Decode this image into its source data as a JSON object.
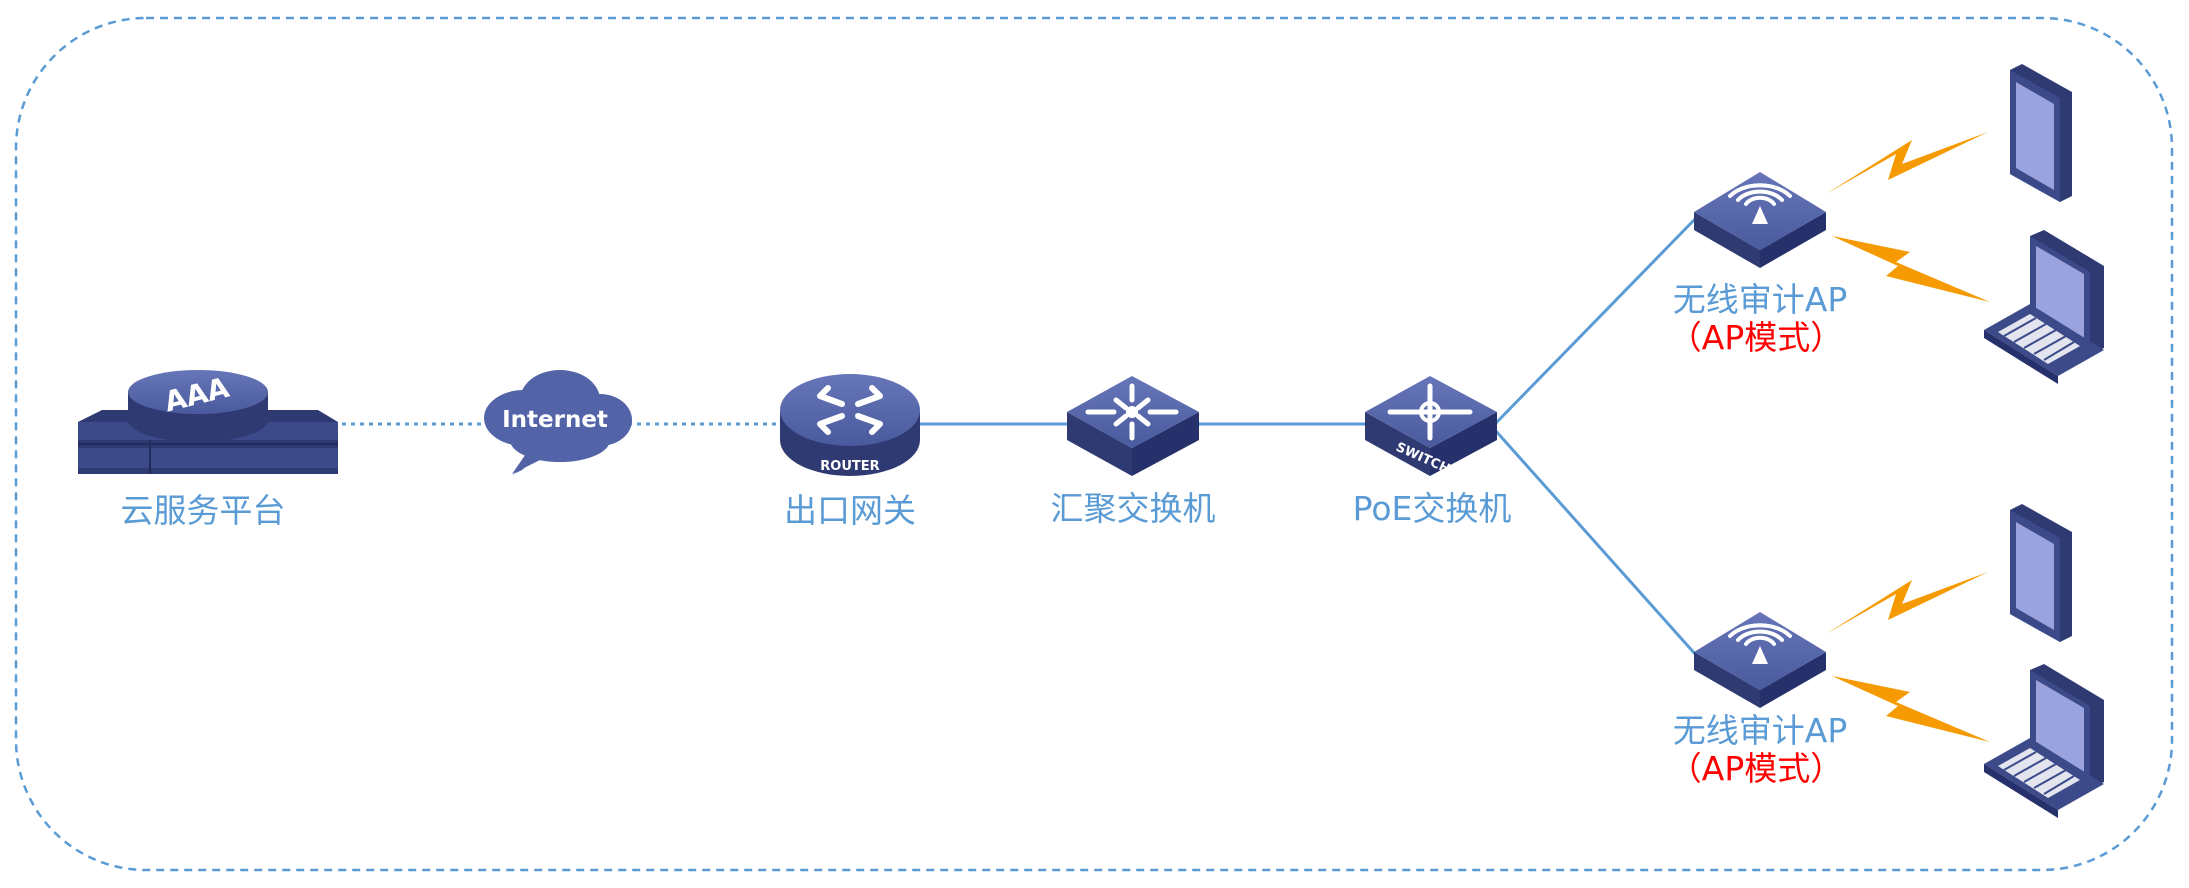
{
  "colors": {
    "accent": "#5b9bd5",
    "device": "#3f4e91",
    "device_top": "#5363a8",
    "device_side": "#2f3a72",
    "lightning": "#f59a00",
    "mode_label": "#ff0000"
  },
  "nodes": {
    "cloud_platform": {
      "label": "云服务平台",
      "badge": "AAA",
      "icon": "server-icon"
    },
    "internet": {
      "label": "Internet",
      "icon": "cloud-icon"
    },
    "gateway": {
      "label": "出口网关",
      "badge": "ROUTER",
      "icon": "router-icon"
    },
    "aggregation_switch": {
      "label": "汇聚交换机",
      "icon": "switch-icon"
    },
    "poe_switch": {
      "label": "PoE交换机",
      "badge": "SWITCH",
      "icon": "switch-icon"
    },
    "ap_top": {
      "label": "无线审计AP",
      "mode": "（AP模式）",
      "icon": "wireless-ap-icon"
    },
    "ap_bottom": {
      "label": "无线审计AP",
      "mode": "（AP模式）",
      "icon": "wireless-ap-icon"
    }
  },
  "terminals": [
    "tablet-icon",
    "laptop-icon",
    "tablet-icon",
    "laptop-icon"
  ]
}
